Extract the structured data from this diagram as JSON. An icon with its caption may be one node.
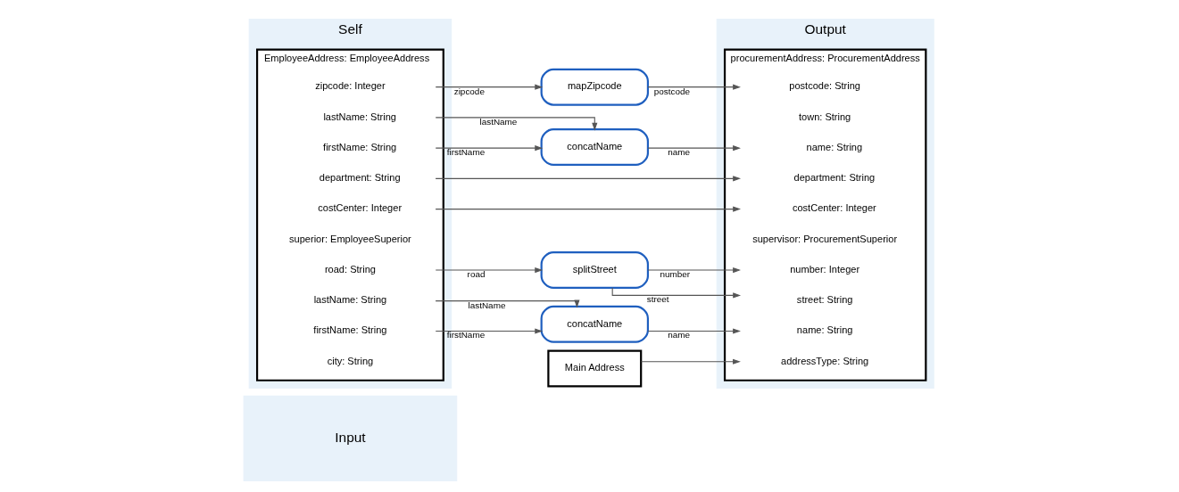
{
  "diagram": {
    "nodes": [
      {
        "text": [
          "Input"
        ]
      },
      {
        "text": [
          "Self"
        ]
      },
      {
        "text": [
          "EmployeeAddress: EmployeeAddress"
        ],
        "in": 1
      },
      {
        "text": [
          "city: String"
        ],
        "in": 2
      },
      {
        "text": [
          "firstName: String"
        ],
        "in": 2
      },
      {
        "text": [
          "lastName: String"
        ],
        "in": 2
      },
      {
        "text": [
          "road: String"
        ],
        "in": 2
      },
      {
        "text": [
          "superior: EmployeeSuperior"
        ],
        "in": 2
      },
      {
        "text": [
          "costCenter: Integer"
        ],
        "in": 2
      },
      {
        "text": [
          "department: String"
        ],
        "in": 2
      },
      {
        "text": [
          "firstName: String"
        ],
        "in": 2
      },
      {
        "text": [
          "lastName: String"
        ],
        "in": 2
      },
      {
        "text": [
          "zipcode: Integer"
        ],
        "in": 2
      },
      {
        "text": [
          "concatName"
        ]
      },
      {
        "text": [
          "splitStreet"
        ]
      },
      {
        "text": [
          "mapZipcode"
        ]
      },
      {
        "text": [
          "concatName"
        ]
      },
      {
        "text": [
          "Main Address"
        ]
      },
      {
        "text": [
          "Output"
        ]
      },
      {
        "text": [
          "procurementAddress: ProcurementAddress"
        ],
        "in": 18
      },
      {
        "text": [
          "addressType: String"
        ],
        "in": 19
      },
      {
        "text": [
          "name: String"
        ],
        "in": 19
      },
      {
        "text": [
          "number: Integer"
        ],
        "in": 19
      },
      {
        "text": [
          "postcode: String"
        ],
        "in": 19
      },
      {
        "text": [
          "street: String"
        ],
        "in": 19
      },
      {
        "text": [
          "supervisor: ProcurementSuperior"
        ],
        "in": 19
      },
      {
        "text": [
          "costCenter: Integer"
        ],
        "in": 19
      },
      {
        "text": [
          "department: String"
        ],
        "in": 19
      },
      {
        "text": [
          "name: String"
        ],
        "in": 19
      },
      {
        "text": [
          "town: String"
        ],
        "in": 19
      }
    ],
    "edges": [
      {
        "from": 4,
        "to": 13,
        "arrow": "to",
        "label": "firstName"
      },
      {
        "from": 5,
        "to": 13,
        "arrow": "to",
        "label": "lastName"
      },
      {
        "from": 6,
        "to": 14,
        "arrow": "to",
        "label": "road"
      },
      {
        "from": 12,
        "to": 15,
        "arrow": "to",
        "label": "zipcode"
      },
      {
        "from": 8,
        "to": 26,
        "arrow": "to"
      },
      {
        "from": 9,
        "to": 27,
        "arrow": "to"
      },
      {
        "from": 10,
        "to": 16,
        "arrow": "to",
        "label": "firstName"
      },
      {
        "from": 11,
        "to": 16,
        "arrow": "to",
        "label": "lastName"
      },
      {
        "from": 13,
        "to": 21,
        "arrow": "to",
        "label": "name"
      },
      {
        "from": 14,
        "to": 22,
        "arrow": "to",
        "label": "number"
      },
      {
        "from": 14,
        "to": 24,
        "arrow": "to",
        "label": "street"
      },
      {
        "from": 15,
        "to": 23,
        "arrow": "to",
        "label": "postcode"
      },
      {
        "from": 17,
        "to": 20,
        "arrow": "to"
      },
      {
        "from": 16,
        "to": 28,
        "arrow": "to",
        "label": "name"
      }
    ]
  }
}
